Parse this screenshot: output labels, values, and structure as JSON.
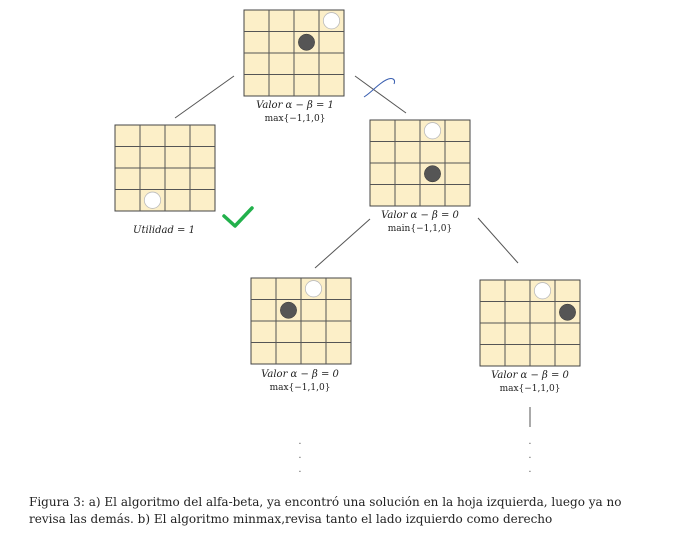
{
  "labels": {
    "root_value": "Valor α − β = 1",
    "root_expr": "max{−1,1,0}",
    "left_value": "Utilidad = 1",
    "right_value": "Valor α − β = 0",
    "right_expr": "main{−1,1,0}",
    "ll_value": "Valor α − β = 0",
    "ll_expr": "max{−1,1,0}",
    "lr_value": "Valor α − β = 0",
    "lr_expr": "max{−1,1,0}"
  },
  "caption": {
    "line1": "Figura 3: a) El algoritmo del alfa-beta, ya encontró una solución en la hoja izquierda, luego ya no",
    "line2": "revisa las demás. b) El algoritmo minmax,revisa tanto el lado izquierdo como derecho"
  },
  "colors": {
    "board": "#fcefc8",
    "check": "#22b14c",
    "scribble": "#3a5fb0"
  },
  "boards": {
    "root": {
      "black": [
        [
          2,
          3
        ]
      ],
      "white": [
        [
          1,
          4
        ]
      ]
    },
    "left": {
      "black": [],
      "white": [
        [
          4,
          2
        ]
      ]
    },
    "right": {
      "black": [
        [
          3,
          3
        ]
      ],
      "white": [
        [
          1,
          3
        ]
      ]
    },
    "ll": {
      "black": [
        [
          2,
          2
        ]
      ],
      "white": [
        [
          1,
          3
        ]
      ]
    },
    "lr": {
      "black": [
        [
          2,
          4
        ]
      ],
      "white": [
        [
          1,
          3
        ]
      ]
    }
  }
}
